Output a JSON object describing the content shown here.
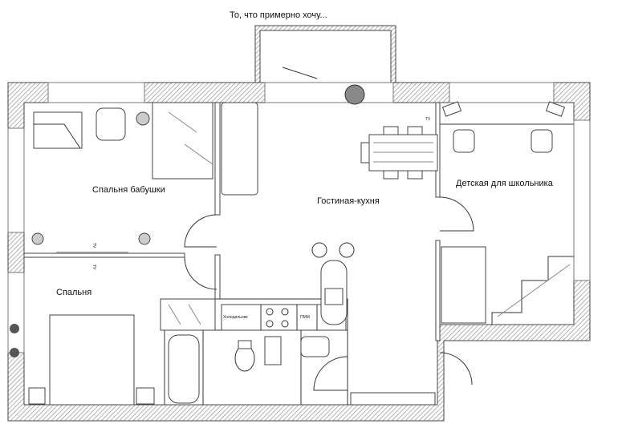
{
  "title": "То, что примерно хочу...",
  "rooms": {
    "grandma_bedroom": "Спальня бабушки",
    "living_kitchen": "Гостиная-кухня",
    "kids_room": "Детская для школьника",
    "bedroom": "Спальня"
  },
  "appliances": {
    "fridge": "Холодильник",
    "dishwasher": "ПММ",
    "tv": "TV",
    "tv_wall_top": "TV",
    "tv_wall_bottom": "TV"
  },
  "colors": {
    "wall_hatch": "#9a9a9a",
    "line": "#333333"
  }
}
